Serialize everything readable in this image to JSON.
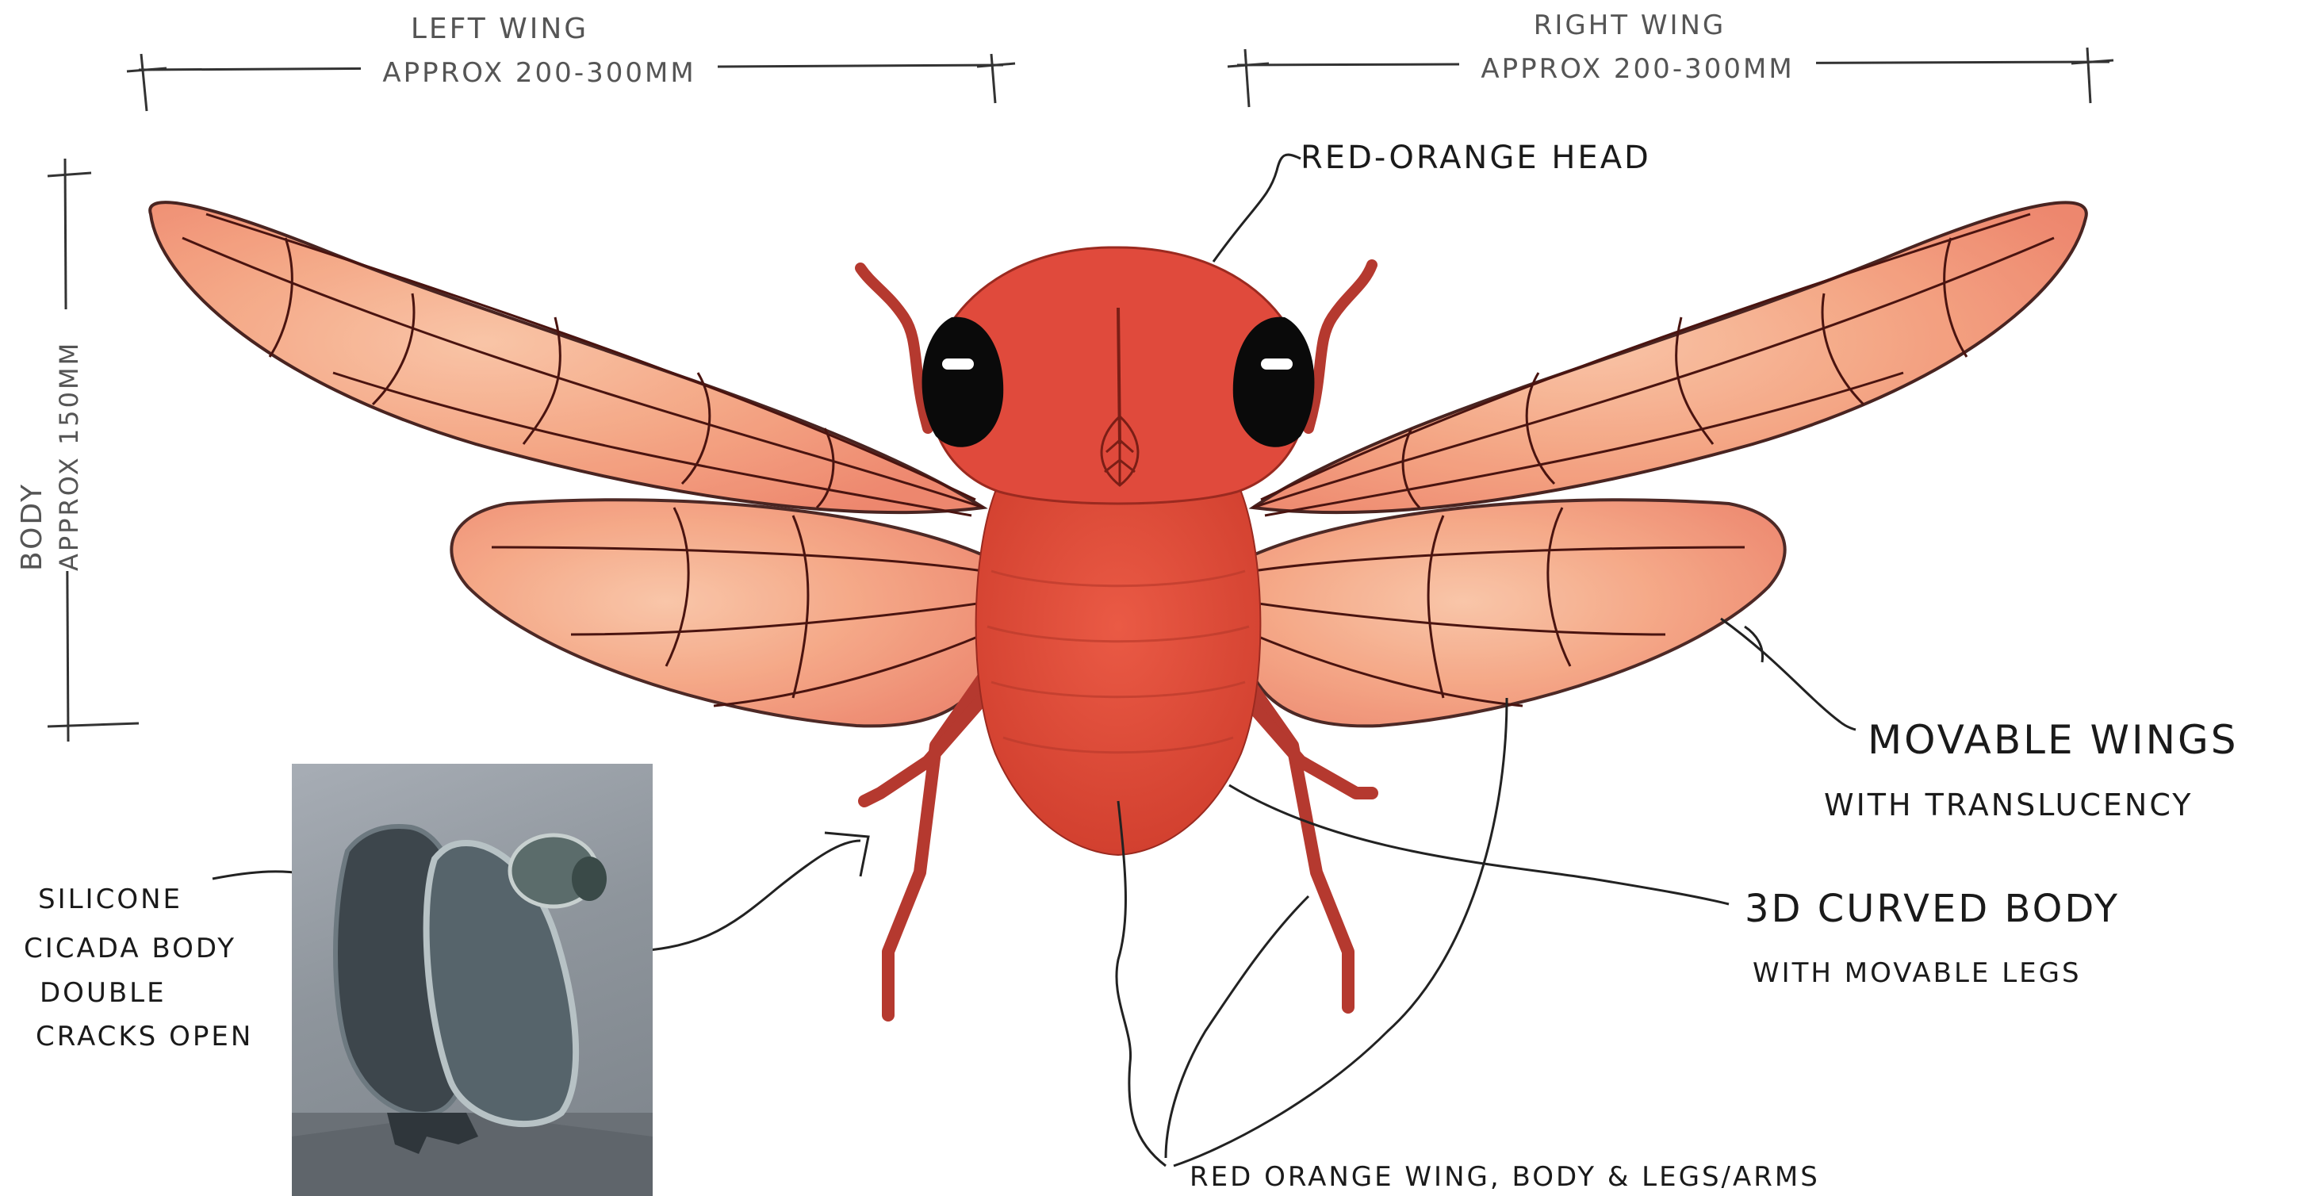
{
  "dimensions": {
    "left_wing": {
      "name": "LEFT WING",
      "size": "APPROX 200-300MM"
    },
    "right_wing": {
      "name": "RIGHT WING",
      "size": "APPROX 200-300MM"
    },
    "body": {
      "name": "BODY",
      "size": "APPROX 150MM"
    }
  },
  "annotations": {
    "head": "RED-ORANGE HEAD",
    "wings_line1": "MOVABLE WINGS",
    "wings_line2": "WITH TRANSLUCENCY",
    "body_line1": "3D CURVED BODY",
    "body_line2": "WITH MOVABLE LEGS",
    "colour": "RED ORANGE WING, BODY & LEGS/ARMS"
  },
  "photo_caption": {
    "line1": "SILICONE",
    "line2": "CICADA BODY",
    "line3": "DOUBLE",
    "line4": "CRACKS OPEN"
  },
  "colors": {
    "body": "#e2503f",
    "head": "#e04a3c",
    "wing_fill": "#f3a57d",
    "wing_vein": "#4a1410",
    "eye": "#0a0a0a",
    "leg": "#b5392f",
    "ink": "#1a1a1a"
  }
}
